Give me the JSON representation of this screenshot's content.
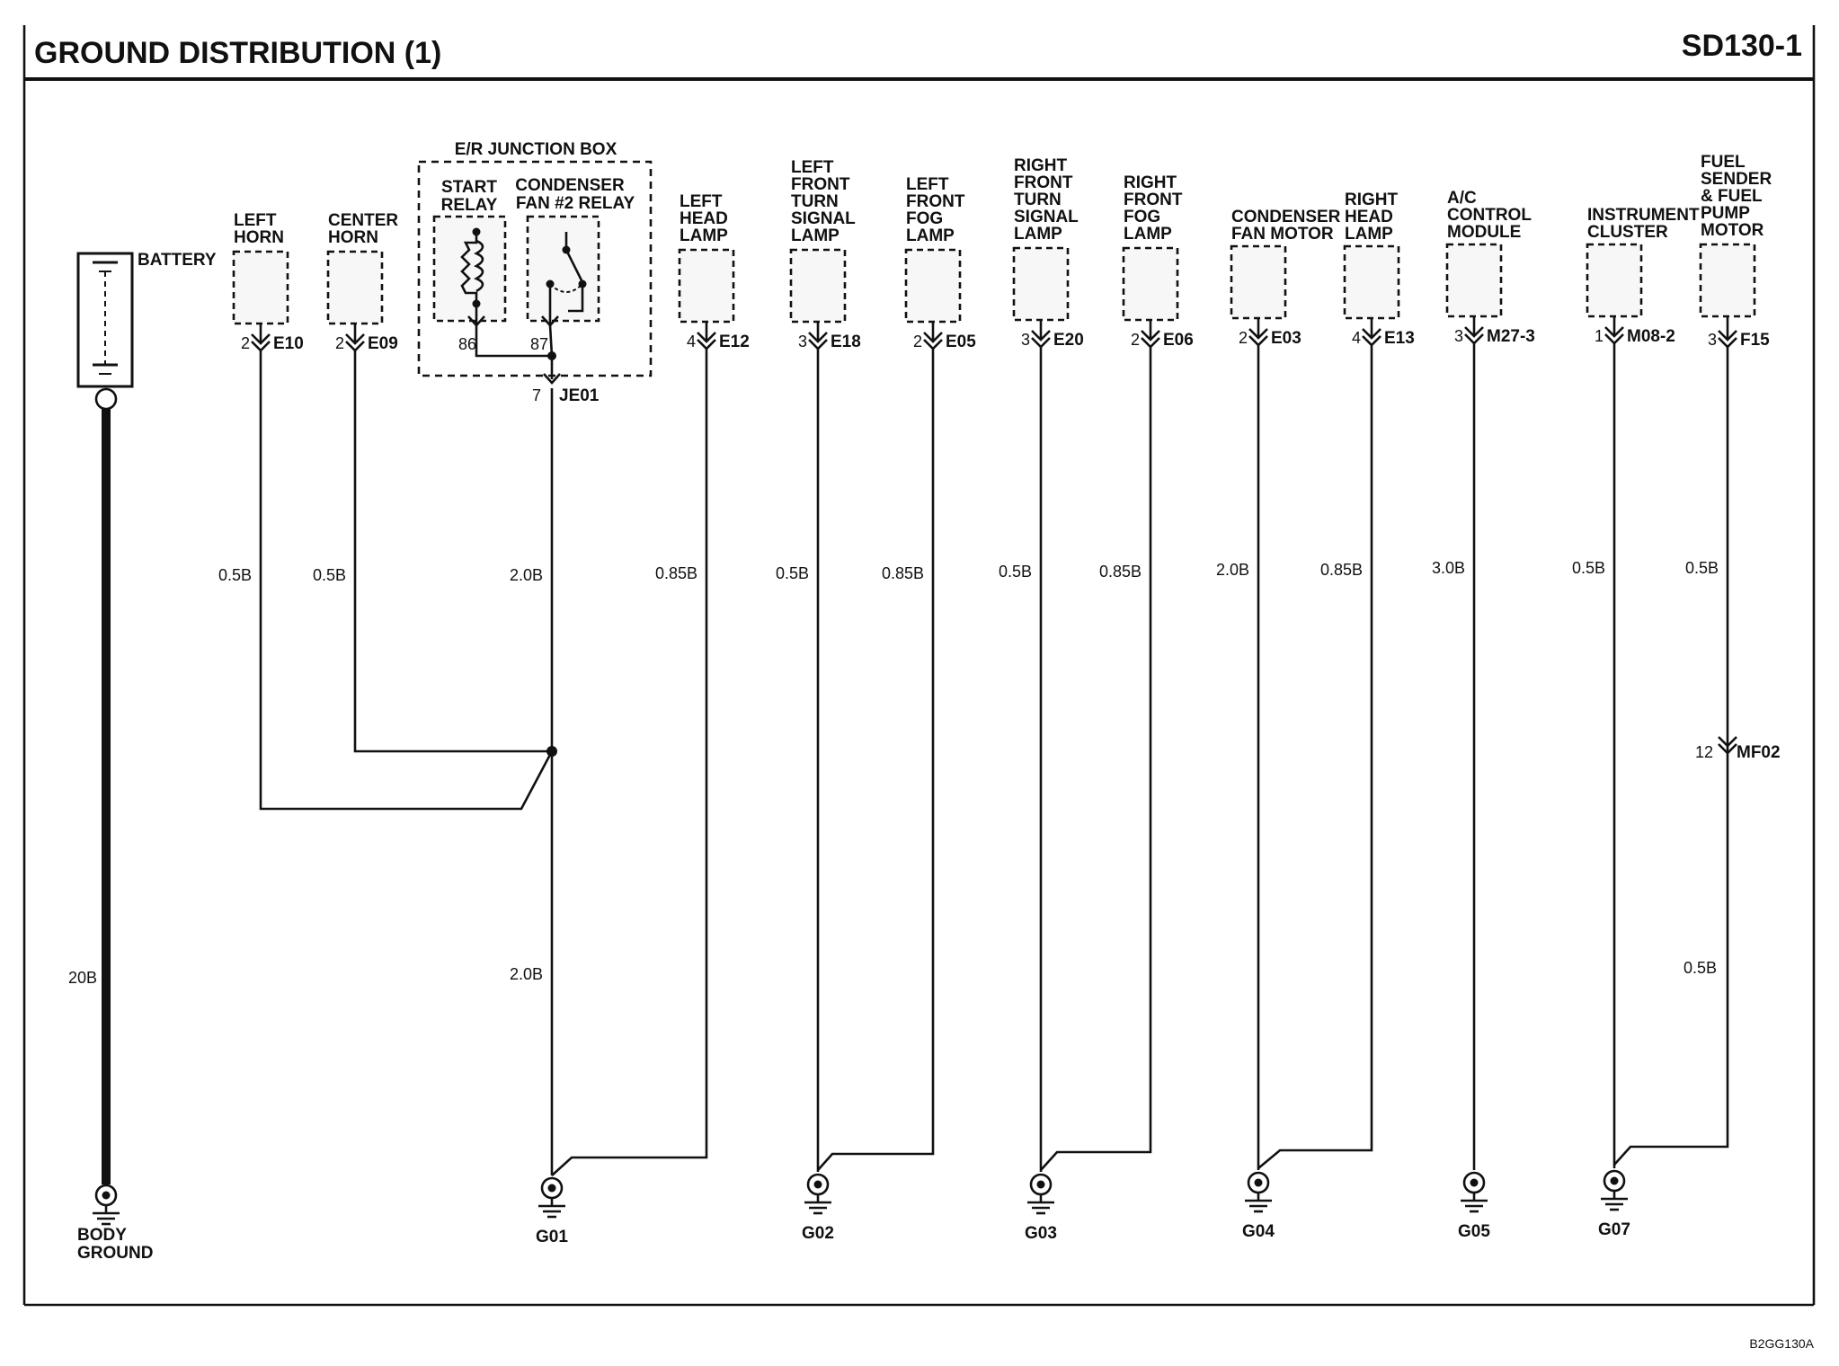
{
  "header": {
    "title": "GROUND DISTRIBUTION (1)",
    "page_code": "SD130-1"
  },
  "footer_code": "B2GG130A",
  "battery": {
    "label": "BATTERY",
    "wire": "20B"
  },
  "body_ground": {
    "line1": "BODY",
    "line2": "GROUND"
  },
  "junction_box": {
    "title": "E/R JUNCTION BOX",
    "start_relay": [
      "START",
      "RELAY"
    ],
    "condenser_relay": [
      "CONDENSER",
      "FAN #2 RELAY"
    ],
    "pin_86": "86",
    "pin_87": "87",
    "out_pin": "7",
    "out_connector": "JE01"
  },
  "components": [
    {
      "id": "left-horn",
      "label": [
        "LEFT",
        "HORN"
      ],
      "pin": "2",
      "connector": "E10",
      "wire": "0.5B"
    },
    {
      "id": "center-horn",
      "label": [
        "CENTER",
        "HORN"
      ],
      "pin": "2",
      "connector": "E09",
      "wire": "0.5B"
    },
    {
      "id": "left-head-lamp",
      "label": [
        "LEFT",
        "HEAD",
        "LAMP"
      ],
      "pin": "4",
      "connector": "E12",
      "wire": "0.85B"
    },
    {
      "id": "left-front-turn",
      "label": [
        "LEFT",
        "FRONT",
        "TURN",
        "SIGNAL",
        "LAMP"
      ],
      "pin": "3",
      "connector": "E18",
      "wire": "0.5B"
    },
    {
      "id": "left-front-fog",
      "label": [
        "LEFT",
        "FRONT",
        "FOG",
        "LAMP"
      ],
      "pin": "2",
      "connector": "E05",
      "wire": "0.85B"
    },
    {
      "id": "right-front-turn",
      "label": [
        "RIGHT",
        "FRONT",
        "TURN",
        "SIGNAL",
        "LAMP"
      ],
      "pin": "3",
      "connector": "E20",
      "wire": "0.5B"
    },
    {
      "id": "right-front-fog",
      "label": [
        "RIGHT",
        "FRONT",
        "FOG",
        "LAMP"
      ],
      "pin": "2",
      "connector": "E06",
      "wire": "0.85B"
    },
    {
      "id": "condenser-fan",
      "label": [
        "CONDENSER",
        "FAN MOTOR"
      ],
      "pin": "2",
      "connector": "E03",
      "wire": "2.0B"
    },
    {
      "id": "right-head-lamp",
      "label": [
        "RIGHT",
        "HEAD",
        "LAMP"
      ],
      "pin": "4",
      "connector": "E13",
      "wire": "0.85B"
    },
    {
      "id": "ac-control",
      "label": [
        "A/C",
        "CONTROL",
        "MODULE"
      ],
      "pin": "3",
      "connector": "M27-3",
      "wire": "3.0B"
    },
    {
      "id": "instrument-cluster",
      "label": [
        "INSTRUMENT",
        "CLUSTER"
      ],
      "pin": "1",
      "connector": "M08-2",
      "wire": "0.5B"
    },
    {
      "id": "fuel-sender",
      "label": [
        "FUEL",
        "SENDER",
        "& FUEL",
        "PUMP",
        "MOTOR"
      ],
      "pin": "3",
      "connector": "F15",
      "wire": "0.5B"
    }
  ],
  "junction_wires": {
    "upper": "2.0B",
    "lower": "2.0B"
  },
  "fuel_inline": {
    "pin": "12",
    "connector": "MF02",
    "wire_below": "0.5B"
  },
  "grounds": [
    "G01",
    "G02",
    "G03",
    "G04",
    "G05",
    "G07"
  ]
}
